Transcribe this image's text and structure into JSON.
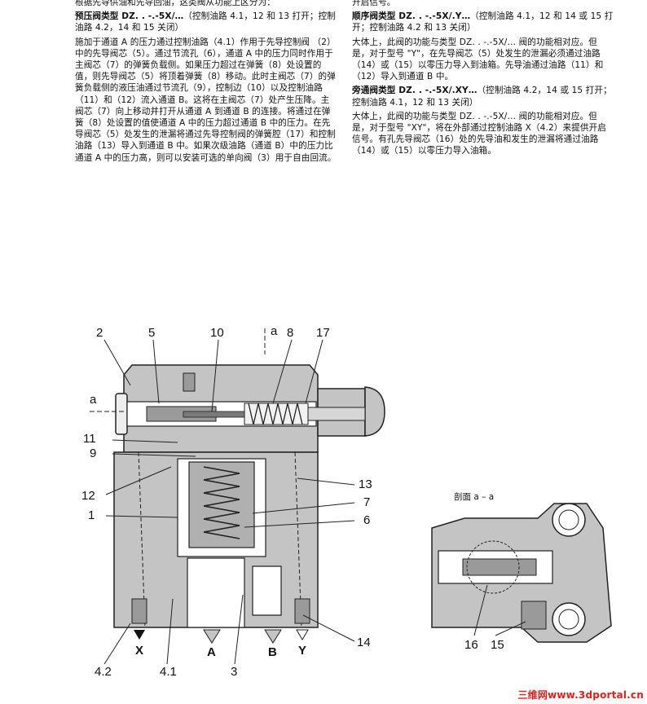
{
  "left_column": {
    "intro": "根据先导供油和先导回油，这类阀从功能上区分为：",
    "pressure_heading": "预压阀类型 DZ. . -.-5X/…",
    "pressure_heading_rest": "（控制油路 4.1，12 和 13 打开；控制油路 4.2，14 和 15 关闭）",
    "pressure_body": "施加于通道 A 的压力通过控制油路（4.1）作用于先导控制阀 （2）中的先导阀芯（5）。通过节流孔（6），通道 A 中的压力同时作用于主阀芯（7）的弹簧负载侧。如果压力超过在弹簧（8）处设置的值，则先导阀芯（5）将顶着弹簧（8）移动。此时主阀芯（7）的弹簧负载侧的液压油通过节流孔（9），控制边（10）以及控制油路（11）和（12）流入通道 B。这将在主阀芯（7）处产生压降。主阀芯（7）向上移动并打开从通道 A 到通道 B 的连接。将通过在弹簧（8）处设置的值使通道 A 中的压力超过通道 B 中的压力。在先导阀芯（5）处发生的泄漏将通过先导控制阀的弹簧腔（17）和控制油路（13）导入到通道 B 中。如果次级油路（通道 B）中的压力比通道 A 中的压力高，则可以安装可选的单向阀（3）用于自由回流。"
  },
  "right_column": {
    "top_fragment": "开启信号。",
    "seq_heading": "顺序阀类型 DZ. . -.-5X/.Y…",
    "seq_heading_rest": "（控制油路 4.1，12 和 14 或 15 打开；控制油路 4.2 和 13 关闭）",
    "seq_body": "大体上，此阀的功能与类型 DZ. . -.-5X/… 阀的功能相对应。但是，对于型号 \"Y\"，在先导阀芯（5）处发生的泄漏必须通过油路（14）或（15）以零压力导入到油箱。先导油通过油路（11）和（12）导入到通道 B 中。",
    "bypass_heading": "旁通阀类型 DZ. . -.-5X/.XY…",
    "bypass_heading_rest": "（控制油路 4.2，14 或 15 打开；控制油路 4.1，12 和 13 关闭）",
    "bypass_body": "大体上，此阀的功能与类型 DZ. . -.-5X/… 阀的功能相对应。但是，对于型号 \"XY\"，将在外部通过控制油路 X（4.2）来提供开启信号。有孔先导阀芯（16）处的先导油和发生的泄漏将通过油路（14）或（15）以零压力导入油箱。"
  },
  "figure_main": {
    "labels": {
      "l2": "2",
      "l5": "5",
      "l10": "10",
      "l8": "8",
      "l17": "17",
      "l11": "11",
      "l9": "9",
      "l12": "12",
      "l1": "1",
      "l13": "13",
      "l7": "7",
      "l6": "6",
      "l14": "14",
      "l42": "4.2",
      "l41": "4.1",
      "l3": "3",
      "sec_a": "a",
      "sec_a2": "a"
    },
    "ports": {
      "x": "X",
      "a": "A",
      "b": "B",
      "y": "Y"
    }
  },
  "figure_section": {
    "title": "剖面 a – a",
    "labels": {
      "l16": "16",
      "l15": "15"
    }
  },
  "watermark": "三维网www.3dportal.cn",
  "colors": {
    "body_fill": "#c4c4c4",
    "dark_fill": "#8a8a8a",
    "watermark": "#e0201b"
  }
}
